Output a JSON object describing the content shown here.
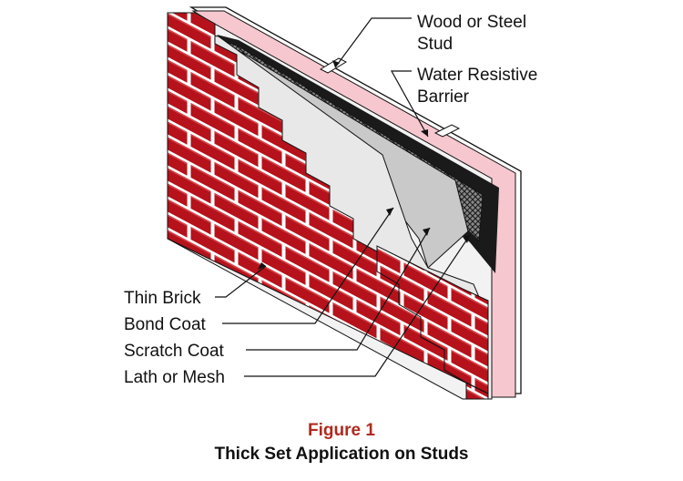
{
  "labels": {
    "stud_line1": "Wood or Steel",
    "stud_line2": "Stud",
    "wrb_line1": "Water Resistive",
    "wrb_line2": "Barrier",
    "thin_brick": "Thin Brick",
    "bond_coat": "Bond Coat",
    "scratch_coat": "Scratch Coat",
    "lath_mesh": "Lath or Mesh"
  },
  "caption": {
    "number": "Figure 1",
    "title": "Thick Set Application on Studs"
  },
  "colors": {
    "brick": "#b5121b",
    "mortar": "#ffffff",
    "insulation": "#f6c7cf",
    "sheathing": "#f2f2f2",
    "scratch_coat": "#c9c9c9",
    "bond_coat": "#e8e8e8",
    "mesh": "#333333",
    "figure_number": "#b02a1e"
  }
}
